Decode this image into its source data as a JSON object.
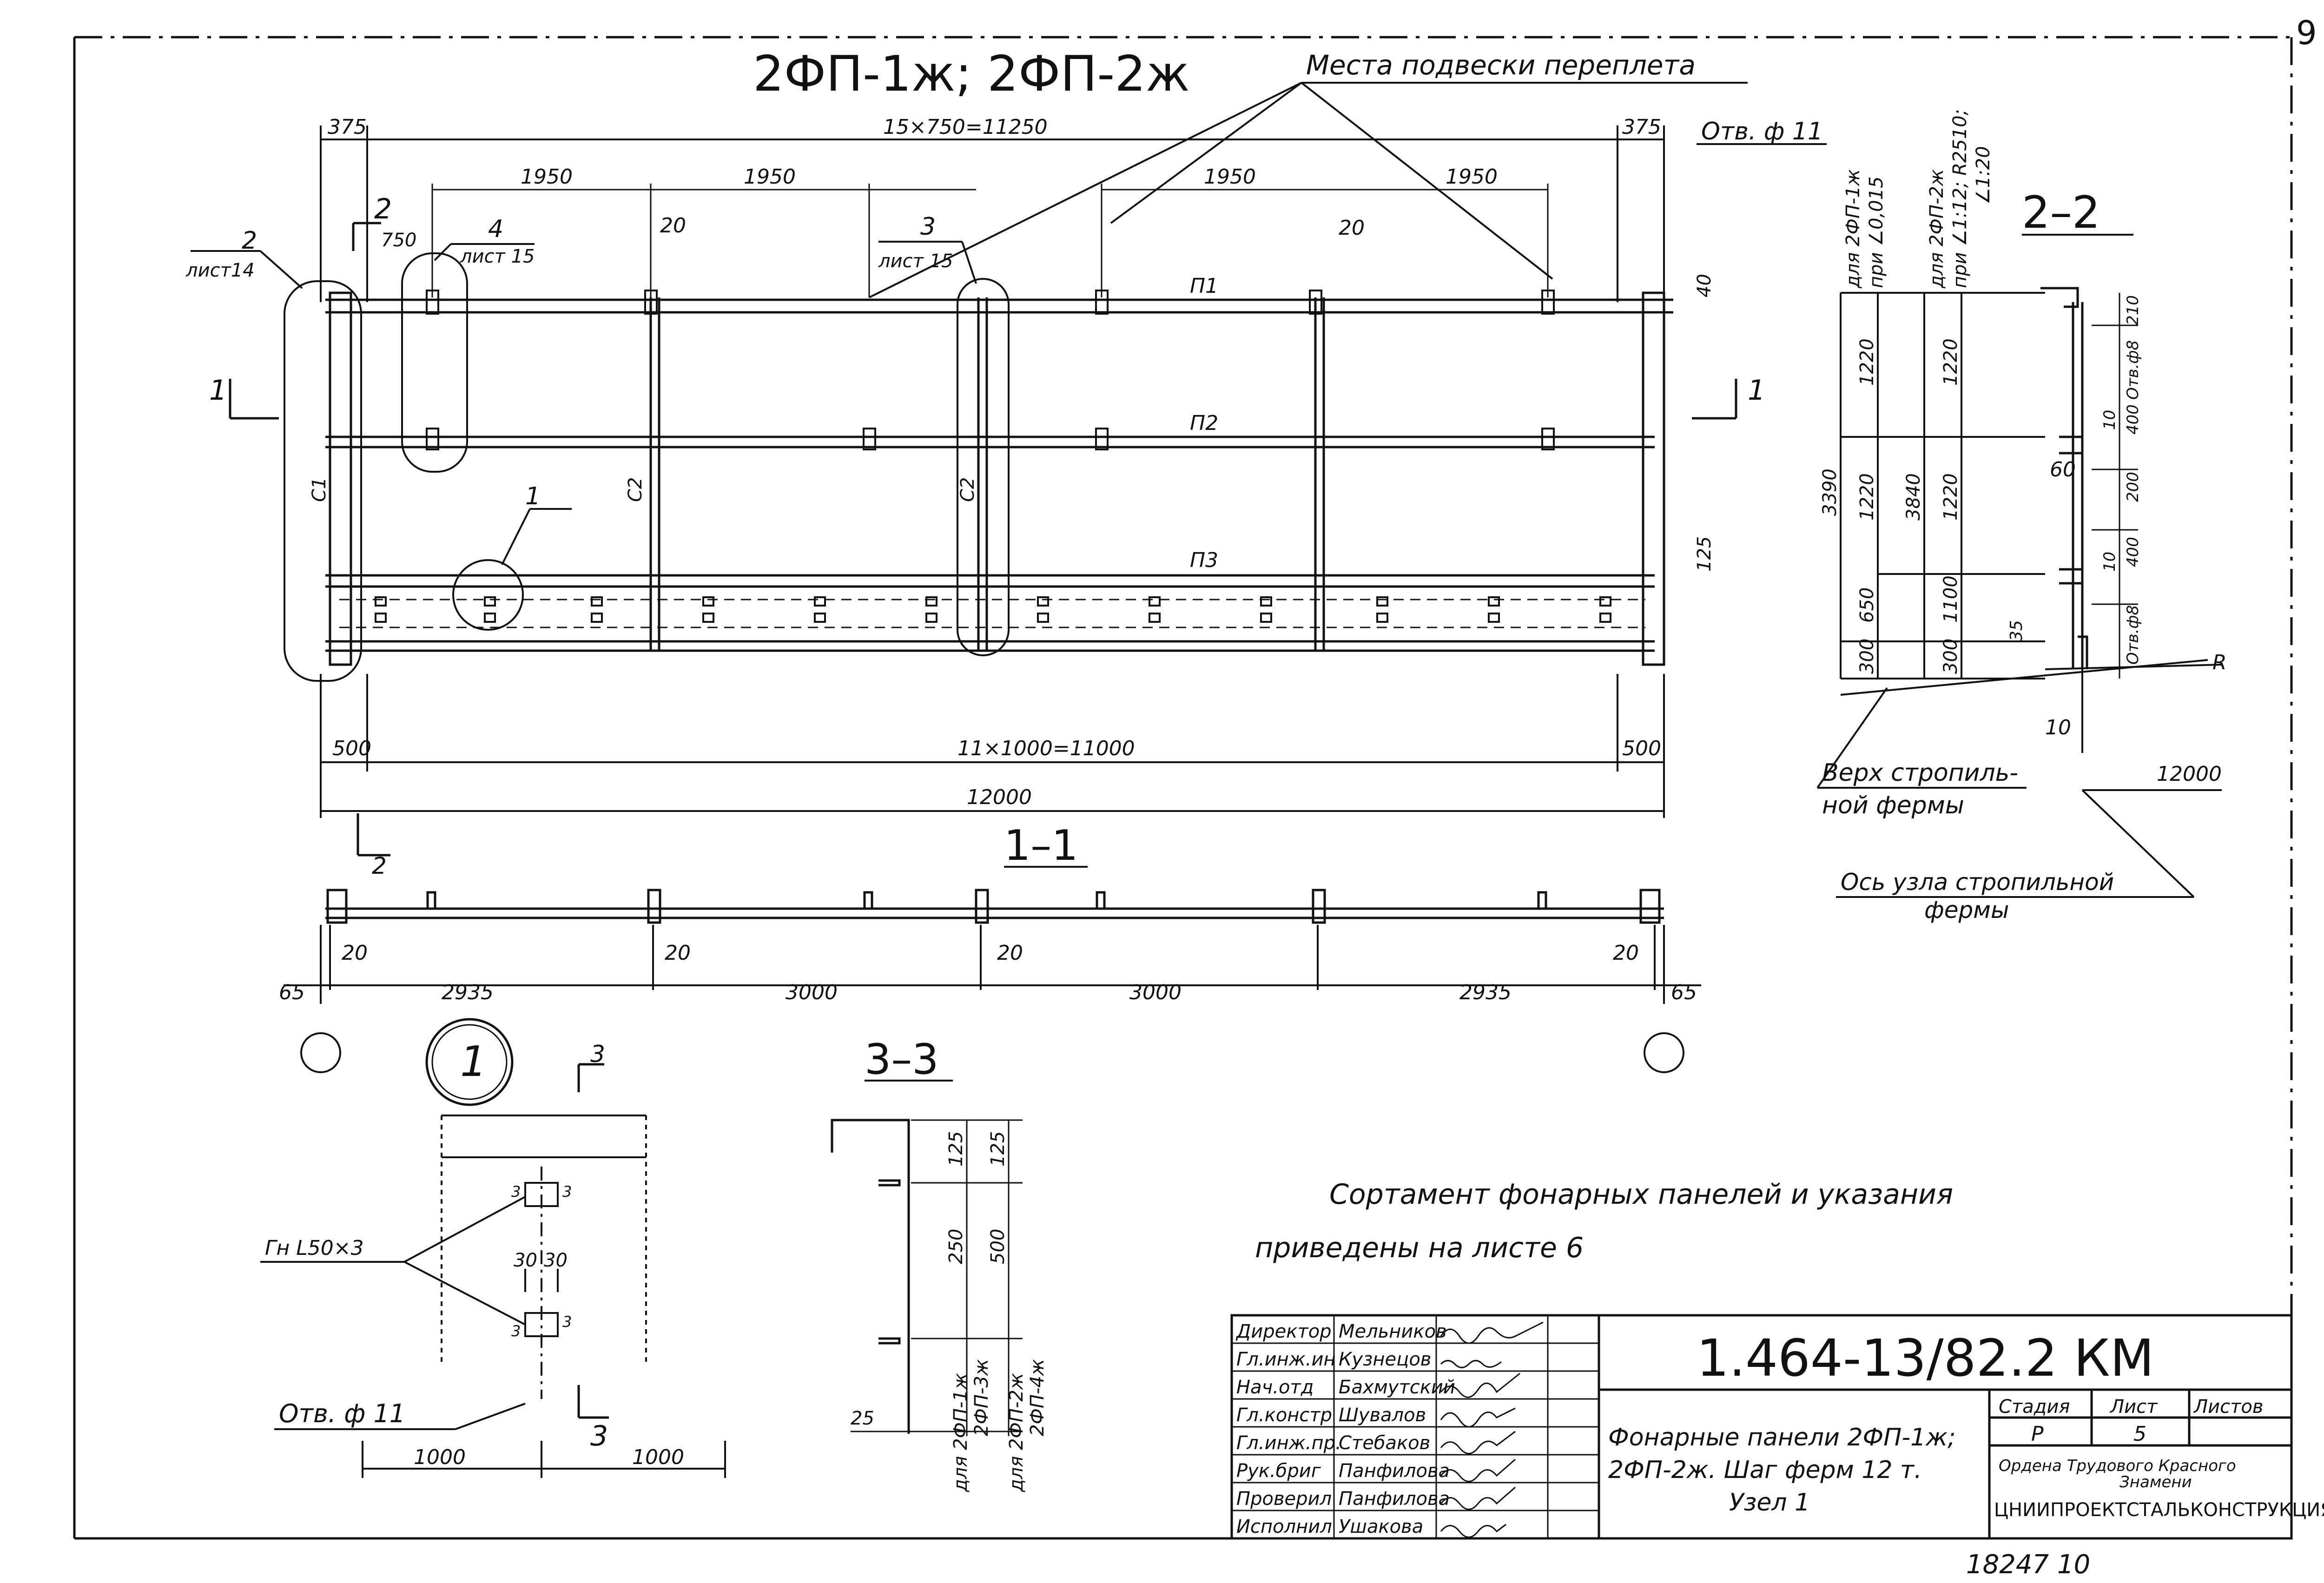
{
  "sheet_number": "9",
  "title": {
    "main": "2ФП-1ж; 2ФП-2ж",
    "hanging_note": "Места подвески переплета",
    "hole_note_top": "Отв. ф 11"
  },
  "dimensions": {
    "d375_left": "375",
    "d375_right": "375",
    "d_span_top": "15×750=11250",
    "d1950": "1950",
    "d750": "750",
    "d20": "20",
    "d40": "40",
    "d125": "125",
    "d500": "500",
    "d_span_bottom": "11×1000=11000",
    "d12000": "12000",
    "d65": "65",
    "d2935": "2935",
    "d3000": "3000",
    "d1000": "1000",
    "d30": "30",
    "d3": "3",
    "d25": "25",
    "d250": "250",
    "d1220": "1220",
    "d3390": "3390",
    "d3840": "3840",
    "d650": "650",
    "d1100": "1100",
    "d300": "300",
    "d210": "210",
    "d10": "10",
    "d400": "400",
    "d200": "200",
    "d60": "60",
    "d35": "35"
  },
  "callouts": {
    "c1": "1",
    "c2": "2",
    "c3": "3",
    "c4": "4",
    "list14": "лист14",
    "list15a": "лист 15",
    "list15b": "лист 15"
  },
  "member_labels": {
    "p1": "П1",
    "p2": "П2",
    "p3": "П3",
    "c1": "С1",
    "c2": "С2"
  },
  "section_labels": {
    "s11": "1–1",
    "s22": "2–2",
    "s33": "3–3",
    "cut1": "1",
    "cut2": "2",
    "cut3": "3",
    "node1": "1"
  },
  "section22": {
    "note_a1": "для 2ФП-1ж",
    "note_a2": "при ∠0,015",
    "note_b1": "для 2ФП-2ж",
    "note_b2": "при ∠1:12; R2510;",
    "note_b3": "∠1:20",
    "otv8": "Отв.ф8",
    "r_label": "R",
    "truss_top_1": "Верх стропиль-",
    "truss_top_2": "ной фермы",
    "truss_axis_1": "Ось узла стропильной",
    "truss_axis_2": "фермы"
  },
  "node1_detail": {
    "gusset": "Гн L50×3",
    "hole": "Отв. ф 11"
  },
  "section33": {
    "note_a1": "для 2ФП-1ж",
    "note_a2": "2ФП-3ж",
    "note_b1": "для 2ФП-2ж",
    "note_b2": "2ФП-4ж"
  },
  "note": {
    "line1": "Сортамент фонарных панелей и указания",
    "line2": "приведены на листе 6"
  },
  "title_block": {
    "code": "1.464-13/82.2 КМ",
    "drawing_title_1": "Фонарные панели 2ФП-1ж;",
    "drawing_title_2": "2ФП-2ж. Шаг ферм 12 т.",
    "drawing_title_3": "Узел 1",
    "stage_header": "Стадия",
    "sheet_header": "Лист",
    "sheets_header": "Листов",
    "stage_value": "Р",
    "sheet_value": "5",
    "org_1": "Ордена Трудового Красного",
    "org_2": "Знамени",
    "org_3": "ЦНИИПРОЕКТСТАЛЬКОНСТРУКЦИЯ",
    "staff": [
      {
        "role": "Директор",
        "name": "Мельников"
      },
      {
        "role": "Гл.инж.ин",
        "name": "Кузнецов"
      },
      {
        "role": "Нач.отд",
        "name": "Бахмутский"
      },
      {
        "role": "Гл.констр",
        "name": "Шувалов"
      },
      {
        "role": "Гл.инж.пр.",
        "name": "Стебаков"
      },
      {
        "role": "Рук.бриг",
        "name": "Панфилова"
      },
      {
        "role": "Проверил",
        "name": "Панфилова"
      },
      {
        "role": "Исполнил",
        "name": "Ушакова"
      }
    ]
  },
  "inventory_number": "18247 10"
}
